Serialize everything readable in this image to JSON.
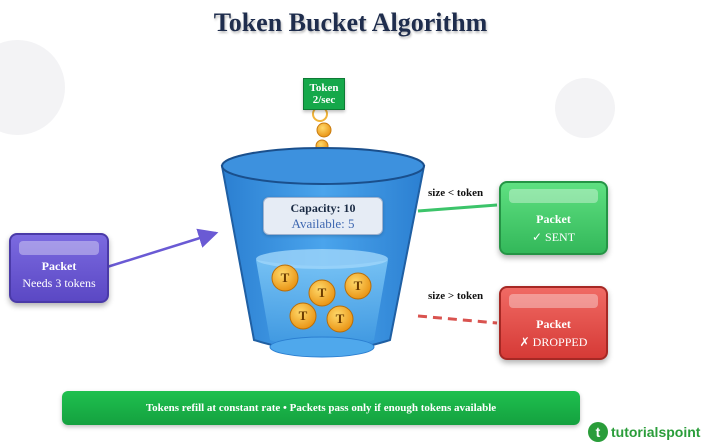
{
  "title": "Token Bucket Algorithm",
  "token_rate": {
    "line1": "Token",
    "line2": "2/sec"
  },
  "bucket": {
    "capacity_label": "Capacity: 10",
    "available_label": "Available: 5",
    "coins": [
      "T",
      "T",
      "T",
      "T",
      "T"
    ]
  },
  "packet_in": {
    "title": "Packet",
    "subtitle": "Needs 3 tokens"
  },
  "edges": {
    "accept_label": "size < token",
    "reject_label": "size > token"
  },
  "packet_sent": {
    "title": "Packet",
    "subtitle": "✓ SENT"
  },
  "packet_dropped": {
    "title": "Packet",
    "subtitle": "✗ DROPPED"
  },
  "footer": "Tokens refill at constant rate • Packets pass only if enough tokens available",
  "logo": "tutorialspoint",
  "colors": {
    "title": "#1f2d4d",
    "token_green": "#15a84a",
    "bucket_blue": "#2d8ad8",
    "coin_gold": "#f5a623",
    "packet_purple": "#5b48c4",
    "sent_green": "#33b85a",
    "dropped_red": "#d63a36"
  }
}
